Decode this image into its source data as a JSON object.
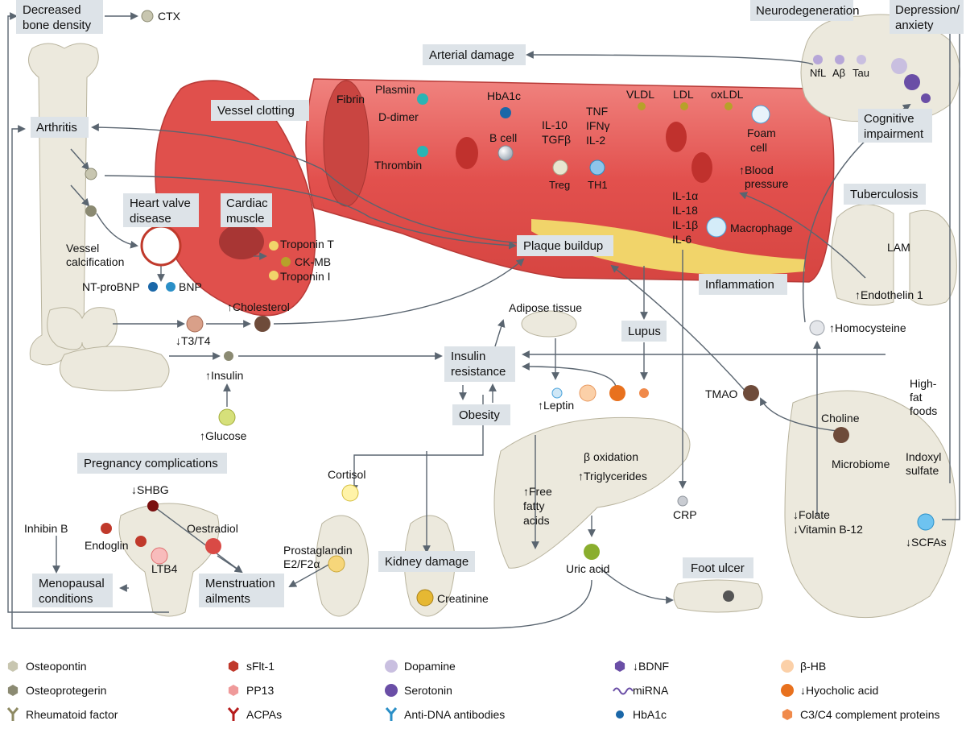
{
  "boxes": {
    "decreased_bone_density": [
      "Decreased",
      "bone density"
    ],
    "arterial_damage": "Arterial damage",
    "vessel_clotting": "Vessel clotting",
    "arthritis": "Arthritis",
    "heart_valve_disease": [
      "Heart valve",
      "disease"
    ],
    "cardiac_muscle": [
      "Cardiac",
      "muscle"
    ],
    "plaque_buildup": "Plaque buildup",
    "inflammation": "Inflammation",
    "neurodegeneration": "Neurodegeneration",
    "depression_anxiety": [
      "Depression/",
      "anxiety"
    ],
    "cognitive_impairment": [
      "Cognitive",
      "impairment"
    ],
    "tuberculosis": "Tuberculosis",
    "lupus": "Lupus",
    "insulin_resistance": [
      "Insulin",
      "resistance"
    ],
    "obesity": "Obesity",
    "pregnancy_complications": "Pregnancy complications",
    "menopausal_conditions": [
      "Menopausal",
      "conditions"
    ],
    "menstruation_ailments": [
      "Menstruation",
      "ailments"
    ],
    "kidney_damage": "Kidney damage",
    "foot_ulcer": "Foot ulcer"
  },
  "labels": {
    "ctx": "CTX",
    "fibrin": "Fibrin",
    "plasmin": "Plasmin",
    "d_dimer": "D-dimer",
    "hba1c_vessel": "HbA1c",
    "thrombin": "Thrombin",
    "b_cell": "B cell",
    "il10": "IL-10",
    "tgfb": "TGFβ",
    "treg": "Treg",
    "tnf": "TNF",
    "ifng": "IFNγ",
    "il2": "IL-2",
    "th1": "TH1",
    "vldl": "VLDL",
    "ldl": "LDL",
    "oxldl": "oxLDL",
    "foam_cell": [
      "Foam",
      "cell"
    ],
    "blood_pressure": [
      "↑Blood",
      "pressure"
    ],
    "il1a": "IL-1α",
    "il18": "IL-18",
    "il1b": "IL-1β",
    "il6": "IL-6",
    "macrophage": "Macrophage",
    "vessel_calcification": [
      "Vessel",
      "calcification"
    ],
    "nt_probnp": "NT-proBNP",
    "bnp": "BNP",
    "troponin_t": "Troponin T",
    "ck_mb": "CK-MB",
    "troponin_i": "Troponin I",
    "t3t4": "↓T3/T4",
    "cholesterol": "↑Cholesterol",
    "insulin": "↑Insulin",
    "glucose": "↑Glucose",
    "adipose_tissue": "Adipose tissue",
    "leptin": "↑Leptin",
    "free_fatty_acids": [
      "↑Free",
      "fatty",
      "acids"
    ],
    "beta_oxidation": "β oxidation",
    "triglycerides": "↑Triglycerides",
    "uric_acid": "Uric acid",
    "crp": "CRP",
    "nfl": "NfL",
    "abeta": "Aβ",
    "tau": "Tau",
    "lam": "LAM",
    "endothelin": "↑Endothelin 1",
    "homocysteine": "↑Homocysteine",
    "tmao": "TMAO",
    "high_fat_foods": [
      "High-",
      "fat",
      "foods"
    ],
    "choline": "Choline",
    "microbiome": "Microbiome",
    "indoxyl_sulfate": [
      "Indoxyl",
      "sulfate"
    ],
    "folate": "↓Folate",
    "vitamin_b12": "↓Vitamin B-12",
    "scfas": "↓SCFAs",
    "cortisol": "Cortisol",
    "prostaglandin": [
      "Prostaglandin",
      "E2/F2α"
    ],
    "creatinine": "Creatinine",
    "shbg": "↓SHBG",
    "inhibin_b": "Inhibin B",
    "endoglin": "Endoglin",
    "oestradiol": "Oestradiol",
    "ltb4": "LTB4"
  },
  "legend": [
    {
      "label": "Osteopontin",
      "color": "#c8c6b0",
      "shape": "hexagon"
    },
    {
      "label": "sFlt-1",
      "color": "#c0392b",
      "shape": "hexagon"
    },
    {
      "label": "Dopamine",
      "color": "#c9bfe0",
      "shape": "circle"
    },
    {
      "label": "↓BDNF",
      "color": "#6a4ea6",
      "shape": "hexagon"
    },
    {
      "label": "β-HB",
      "color": "#fbd0a8",
      "shape": "circle"
    },
    {
      "label": "Osteoprotegerin",
      "color": "#8b8a72",
      "shape": "hexagon"
    },
    {
      "label": "PP13",
      "color": "#ef9a9a",
      "shape": "hexagon"
    },
    {
      "label": "Serotonin",
      "color": "#6a4ea6",
      "shape": "circle"
    },
    {
      "label": "miRNA",
      "color": "#6a4ea6",
      "shape": "wave"
    },
    {
      "label": "↓Hyocholic acid",
      "color": "#e8711e",
      "shape": "circle"
    },
    {
      "label": "Rheumatoid factor",
      "color": "#8e8a63",
      "shape": "antibody"
    },
    {
      "label": "ACPAs",
      "color": "#b71c1c",
      "shape": "antibody"
    },
    {
      "label": "Anti-DNA antibodies",
      "color": "#2a8fc7",
      "shape": "antibody"
    },
    {
      "label": "HbA1c",
      "color": "#1a67a8",
      "shape": "dot"
    },
    {
      "label": "C3/C4 complement proteins",
      "color": "#f08a4b",
      "shape": "hexagon"
    }
  ]
}
